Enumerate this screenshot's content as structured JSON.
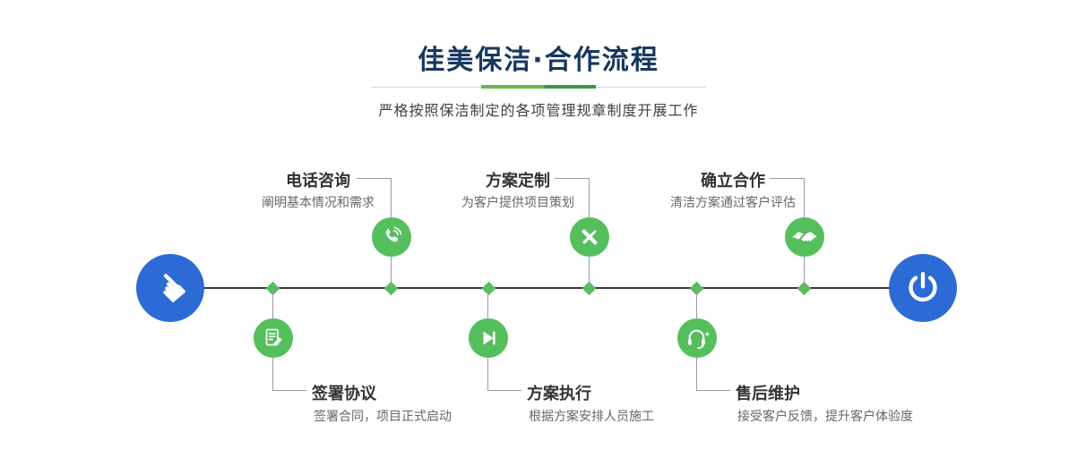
{
  "header": {
    "title": "佳美保洁·合作流程",
    "subtitle": "严格按照保洁制定的各项管理规章制度开展工作"
  },
  "steps_top": [
    {
      "label": "电话咨询",
      "desc": "阐明基本情况和需求",
      "icon": "phone-icon"
    },
    {
      "label": "方案定制",
      "desc": "为客户提供项目策划",
      "icon": "design-icon"
    },
    {
      "label": "确立合作",
      "desc": "清洁方案通过客户评估",
      "icon": "handshake-icon"
    }
  ],
  "steps_bottom": [
    {
      "label": "签署协议",
      "desc": "签署合同，项目正式启动",
      "icon": "contract-icon"
    },
    {
      "label": "方案执行",
      "desc": "根据方案安排人员施工",
      "icon": "play-icon"
    },
    {
      "label": "售后维护",
      "desc": "接受客户反馈，提升客户体验度",
      "icon": "headset-icon"
    }
  ],
  "icons": {
    "pointing_hand": "☚",
    "start": "pointing-hand-icon",
    "end": "power-icon"
  },
  "colors": {
    "blue": "#2c6bd6",
    "green": "#55bf5d",
    "title": "#17375f",
    "axis": "#3a3a3a",
    "connector": "#9a9a9a",
    "label": "#333333",
    "desc": "#666666",
    "divider-a": "#67b94f",
    "divider-b": "#3f9447",
    "hairline": "#d9d9d9"
  }
}
